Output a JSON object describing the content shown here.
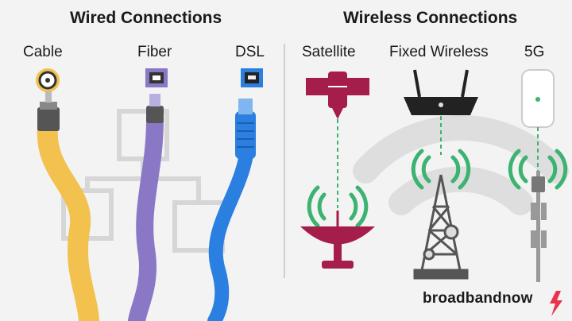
{
  "wired": {
    "title": "Wired Connections",
    "items": [
      "Cable",
      "Fiber",
      "DSL"
    ]
  },
  "wireless": {
    "title": "Wireless Connections",
    "items": [
      "Satellite",
      "Fixed Wireless",
      "5G"
    ]
  },
  "brand": {
    "name": "broadbandnow"
  },
  "colors": {
    "cable": "#f2c14e",
    "fiber": "#8a78c6",
    "dsl": "#2a7fe0",
    "satellite": "#a51d4a",
    "signal": "#3cb371",
    "tower": "#555555",
    "accent": "#e8334a"
  }
}
